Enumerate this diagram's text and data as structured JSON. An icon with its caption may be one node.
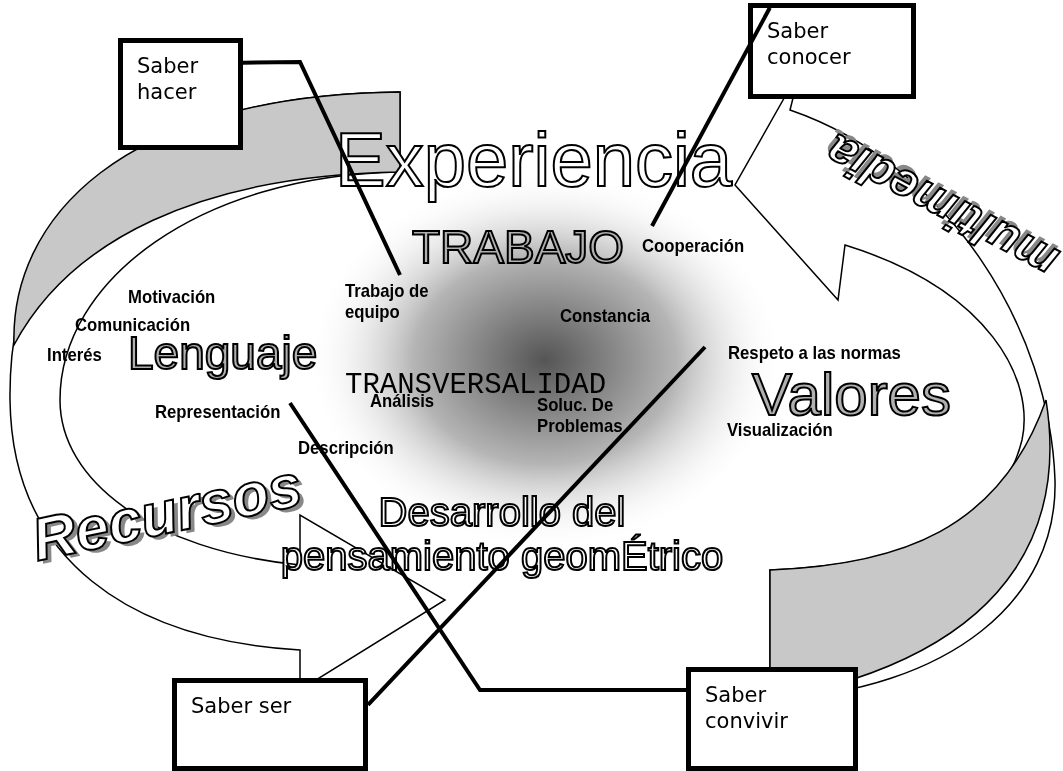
{
  "diagram": {
    "nodes": [
      {
        "text": [
          "Saber hacer"
        ]
      },
      {
        "text": [
          "Saber conocer"
        ]
      },
      {
        "text": [
          "Saber ser"
        ]
      },
      {
        "text": [
          "Saber convivir"
        ]
      }
    ],
    "edges": [
      {
        "from": 0,
        "to": null,
        "arrow": "none"
      },
      {
        "from": 1,
        "to": null,
        "arrow": "none"
      },
      {
        "from": 2,
        "to": null,
        "arrow": "none"
      },
      {
        "from": 3,
        "to": null,
        "arrow": "none"
      }
    ],
    "labels": [
      "Experiencia",
      "TRABAJO",
      "Cooperación",
      "multimedia",
      "Motivación",
      "Trabajo de equipo",
      "Constancia",
      "Comunicación",
      "Interés",
      "Lenguaje",
      "TRANSVERSALIDAD",
      "Respeto a las normas",
      "Valores",
      "Análisis",
      "Soluc. De Problemas",
      "Representación",
      "Visualización",
      "Descripción",
      "Recursos",
      "Desarrollo del pensamiento geomÉtrico"
    ]
  }
}
